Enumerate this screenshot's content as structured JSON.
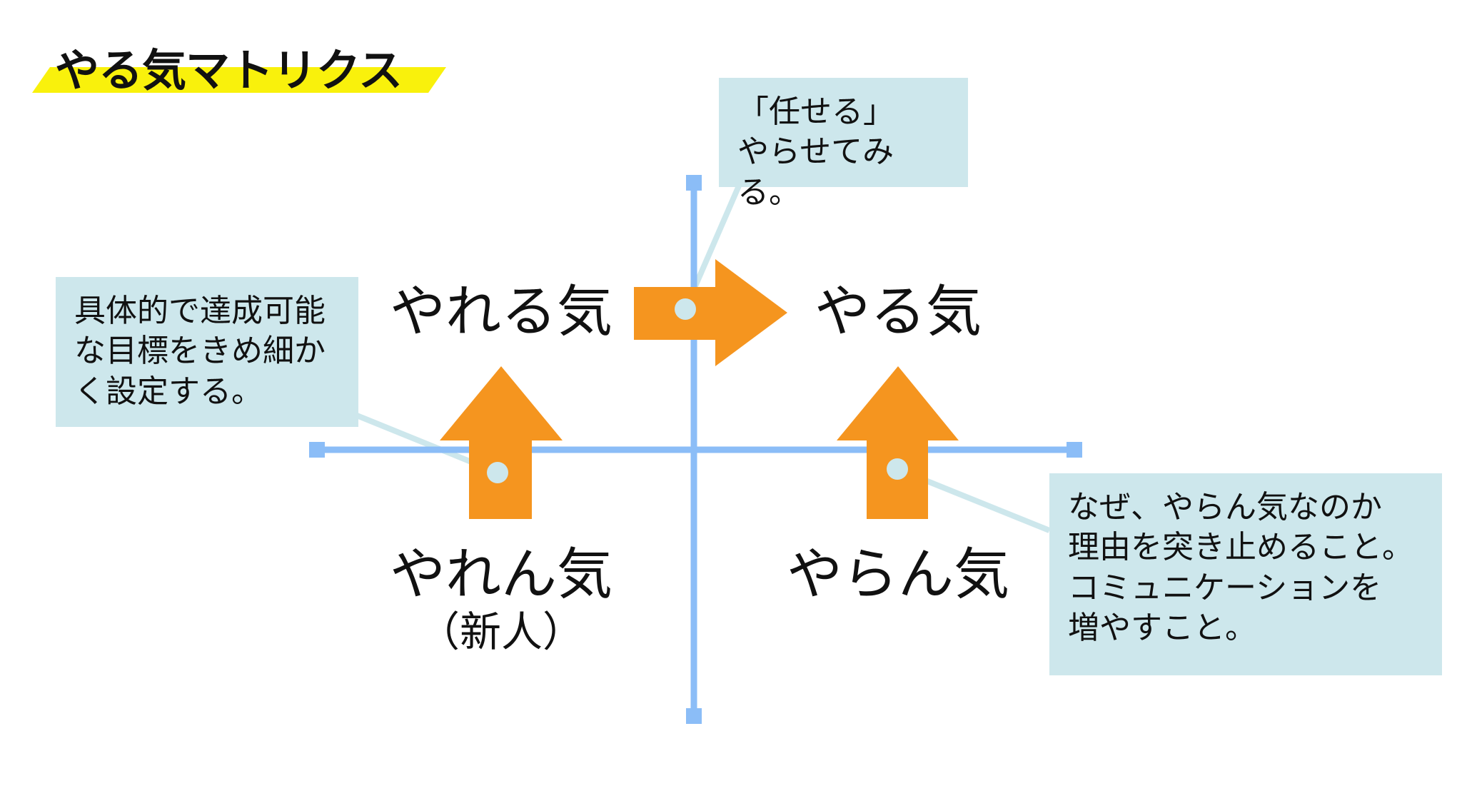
{
  "title": "やる気マトリクス",
  "quadrants": {
    "top_left": "やれる気",
    "top_right": "やる気",
    "bottom_left": "やれん気",
    "bottom_left_sub": "（新人）",
    "bottom_right": "やらん気"
  },
  "notes": {
    "top": "「任せる」\nやらせてみる。",
    "left": "具体的で達成可能\nな目標をきめ細か\nく設定する。",
    "right": "なぜ、やらん気なのか\n理由を突き止めること。\nコミュニケーションを\n増やすこと。"
  },
  "colors": {
    "axis": "#8bbdf7",
    "arrow": "#f5951f",
    "note_bg": "#cde7ec",
    "connector": "#cde7ec",
    "title_band": "#f9f10c"
  }
}
